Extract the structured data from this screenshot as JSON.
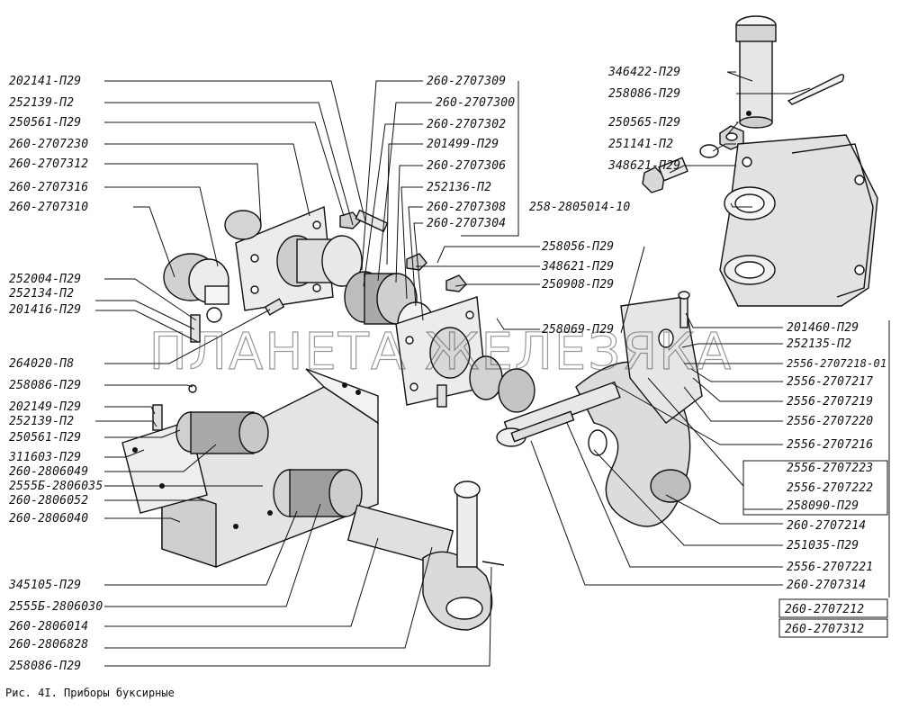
{
  "caption": "Рис. 4I. Приборы буксирные",
  "watermark": "ПЛАНЕТА ЖЕЛЕЗЯКА",
  "left_labels": {
    "l202141": "202141-П29",
    "l252139a": "252139-П2",
    "l250561a": "250561-П29",
    "l2602707230": "260-2707230",
    "l2602707312": "260-2707312",
    "l2602707316": "260-2707316",
    "l2602707310": "260-2707310",
    "l252004": "252004-П29",
    "l252134": "252134-П2",
    "l201416": "201416-П29",
    "l264020": "264020-П8",
    "l258086a": "258086-П29",
    "l202149": "202149-П29",
    "l252139b": "252139-П2",
    "l250561b": "250561-П29",
    "l311603": "311603-П29",
    "l2602806049": "260-2806049",
    "l2555b2806035": "2555Б-2806035",
    "l2602806052": "260-2806052",
    "l2602806040": "260-2806040",
    "l345105": "345105-П29",
    "l2555b2806030": "2555Б-2806030",
    "l2602806014": "260-2806014",
    "l2602806828": "260-2806828",
    "l258086b": "258086-П29"
  },
  "center_labels": {
    "c2602707309": "260-2707309",
    "c2602707300": "260-2707300",
    "c2602707302": "260-2707302",
    "c201499": "201499-П29",
    "c2602707306": "260-2707306",
    "c252136": "252136-П2",
    "c2602707308": "260-2707308",
    "c2602707304": "260-2707304",
    "c258056": "258056-П29",
    "c348621": "348621-П29",
    "c250908": "250908-П29",
    "c258069": "258069-П29"
  },
  "right_labels": {
    "r346422": "346422-П29",
    "r258086": "258086-П29",
    "r250565": "250565-П29",
    "r251141": "251141-П2",
    "r348621": "348621-П29",
    "r2582805014": "258-2805014-10",
    "r201460": "201460-П29",
    "r252135": "252135-П2",
    "r2555b270721801": "2556-2707218-01",
    "r2555b2707217": "2556-2707217",
    "r2555b2707219": "2556-2707219",
    "r2555b2707220": "2556-2707220",
    "r2555b2707216": "2556-2707216",
    "r2555b2707223": "2556-2707223",
    "r2555b2707222": "2556-2707222",
    "r258090": "258090-П29",
    "r2602707214": "260-2707214",
    "r251035": "251035-П29",
    "r2555b2707221": "2556-2707221",
    "r2602707314": "260-2707314",
    "r2602707212": "260-2707212",
    "r2602707312": "260-2707312"
  }
}
